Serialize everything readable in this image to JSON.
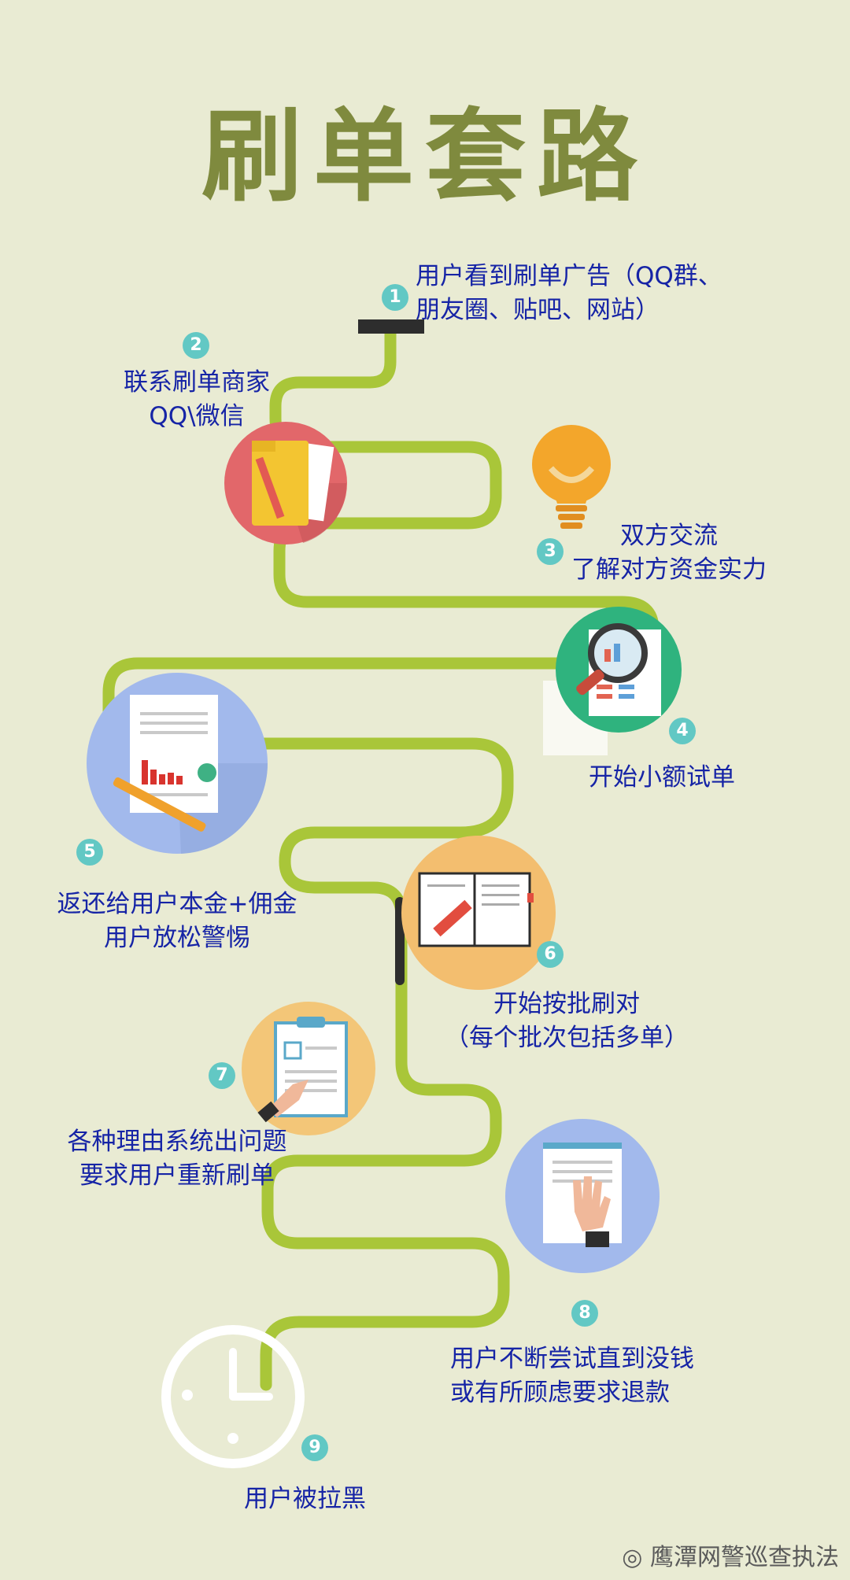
{
  "title": "刷单套路",
  "steps": [
    {
      "num": "1",
      "lines": [
        "用户看到刷单广告（QQ群、",
        "朋友圈、贴吧、网站）"
      ],
      "icon": "flag-icon"
    },
    {
      "num": "2",
      "lines": [
        "联系刷单商家",
        "QQ\\微信"
      ],
      "icon": "folder-pencil-icon"
    },
    {
      "num": "3",
      "lines": [
        "双方交流",
        "了解对方资金实力"
      ],
      "icon": "lightbulb-icon"
    },
    {
      "num": "4",
      "lines": [
        "开始小额试单"
      ],
      "icon": "magnifier-report-icon"
    },
    {
      "num": "5",
      "lines": [
        "返还给用户本金+佣金",
        "用户放松警惕"
      ],
      "icon": "report-pen-icon"
    },
    {
      "num": "6",
      "lines": [
        "开始按批刷对",
        "（每个批次包括多单）"
      ],
      "icon": "notebook-pencil-icon"
    },
    {
      "num": "7",
      "lines": [
        "各种理由系统出问题",
        "要求用户重新刷单"
      ],
      "icon": "clipboard-hand-icon"
    },
    {
      "num": "8",
      "lines": [
        "用户不断尝试直到没钱",
        "或有所顾虑要求退款"
      ],
      "icon": "document-hand-icon"
    },
    {
      "num": "9",
      "lines": [
        "用户被拉黑"
      ],
      "icon": "clock-icon"
    }
  ],
  "watermark": "鹰潭网警巡查执法",
  "colors": {
    "background": "#e9ebd3",
    "path": "#a9c639",
    "title": "#7f8a3e",
    "label": "#1624a6",
    "badge": "#62c8c4"
  }
}
